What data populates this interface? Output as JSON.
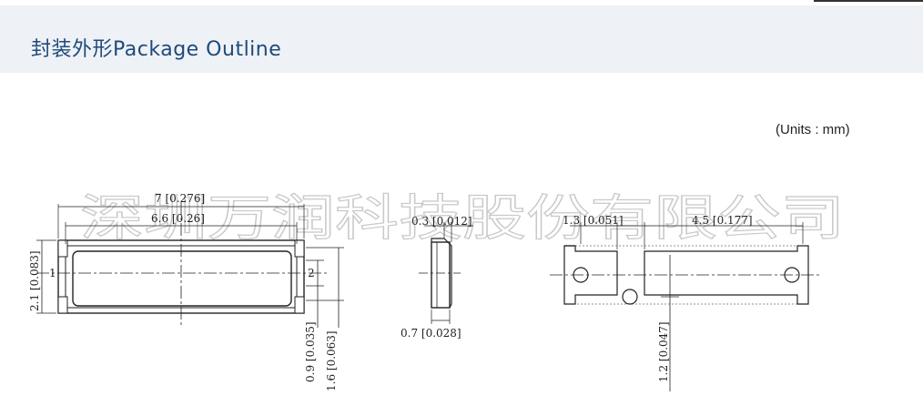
{
  "header": {
    "title": "封装外形Package Outline"
  },
  "units": "(Units : mm)",
  "watermark": "深圳万润科技股份有限公司",
  "front_view": {
    "dim_overall_length": "7 [0.276]",
    "dim_inner_length": "6.6 [0.26]",
    "dim_height": "2.1 [0.083]",
    "dim_pad_width": "0.9 [0.035]",
    "dim_pad_offset": "1.6 [0.063]",
    "pin1": "1",
    "pin2": "2"
  },
  "side_view": {
    "dim_lead": "0.3 [0.012]",
    "dim_thickness": "0.7 [0.028]"
  },
  "footprint_view": {
    "dim_pad": "1.3 [0.051]",
    "dim_pitch": "4.5 [0.177]",
    "dim_height": "1.2 [0.047]"
  }
}
